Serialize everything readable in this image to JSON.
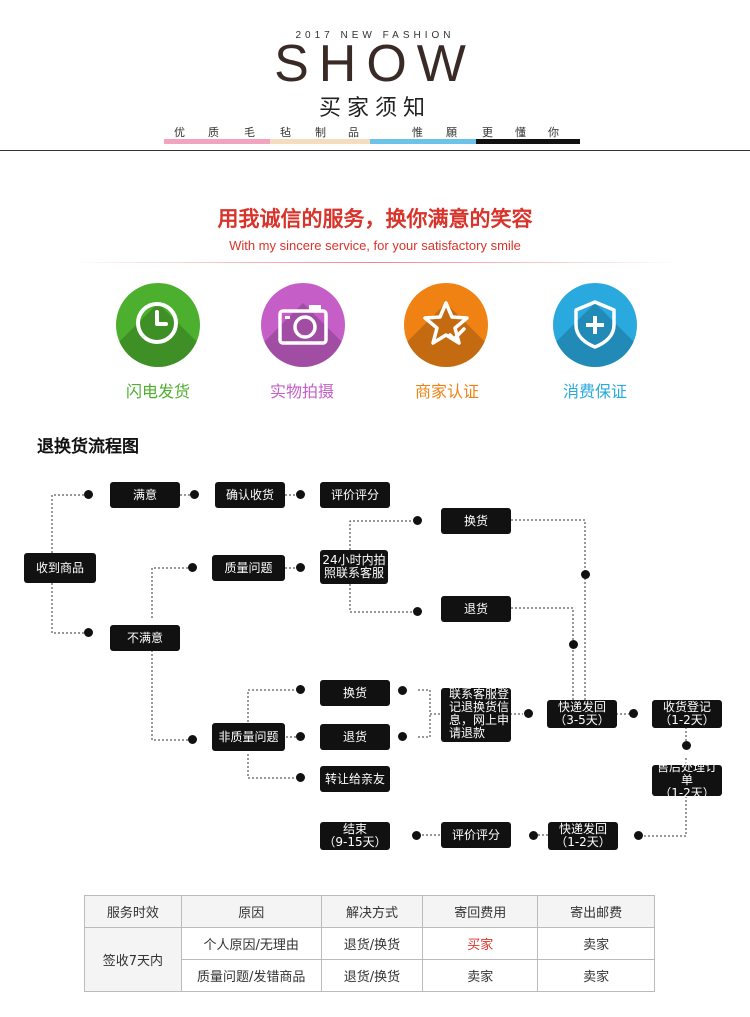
{
  "header": {
    "subtitle": "2017 NEW FASHION",
    "title": "SHOW",
    "cn_title": "买家须知",
    "tagline": [
      "优",
      "质",
      "毛",
      "毡",
      "制",
      "品",
      "惟",
      "願",
      "更",
      "懂",
      "你"
    ],
    "bar_colors": [
      "#f2a3c0",
      "#f5dcc0",
      "#6cc3ea",
      "#111111"
    ]
  },
  "slogan": {
    "cn": "用我诚信的服务，换你满意的笑容",
    "en": "With my sincere service, for your satisfactory smile",
    "color": "#d9342b"
  },
  "features": [
    {
      "label": "闪电发货",
      "icon": "clock-icon",
      "color": "#4caf2e"
    },
    {
      "label": "实物拍摄",
      "icon": "camera-icon",
      "color": "#c55fc7"
    },
    {
      "label": "商家认证",
      "icon": "star-badge-icon",
      "color": "#f08214"
    },
    {
      "label": "消费保证",
      "icon": "shield-icon",
      "color": "#2aa9de"
    }
  ],
  "flow": {
    "title": "退换货流程图",
    "nodes": {
      "receive": "收到商品",
      "satisfied": "满意",
      "confirm": "确认收货",
      "rate1": "评价评分",
      "quality": "质量问题",
      "contact24_l1": "24小时内拍",
      "contact24_l2": "照联系客服",
      "exchange1": "换货",
      "return1": "退货",
      "unsatisfied": "不满意",
      "nonquality": "非质量问题",
      "exchange2": "换货",
      "return2": "退货",
      "transfer": "转让给亲友",
      "register_l1": "联系客服登",
      "register_l2": "记退换货信",
      "register_l3": "息，网上申",
      "register_l4": "请退款",
      "ship_l1": "快递发回",
      "ship_l2": "（3-5天）",
      "recvlog_l1": "收货登记",
      "recvlog_l2": "（1-2天）",
      "aftersale_l1": "售后处理订单",
      "aftersale_l2": "（1-2天）",
      "shipback_l1": "快递发回",
      "shipback_l2": "（1-2天）",
      "rate2": "评价评分",
      "end_l1": "结束",
      "end_l2": "（9-15天）"
    }
  },
  "table": {
    "headers": [
      "服务时效",
      "原因",
      "解决方式",
      "寄回费用",
      "寄出邮费"
    ],
    "period": "签收7天内",
    "rows": [
      {
        "reason": "个人原因/无理由",
        "method": "退货/换货",
        "return_fee": "买家",
        "send_fee": "卖家",
        "return_fee_color": "#d9342b"
      },
      {
        "reason": "质量问题/发错商品",
        "method": "退货/换货",
        "return_fee": "卖家",
        "send_fee": "卖家"
      }
    ]
  }
}
